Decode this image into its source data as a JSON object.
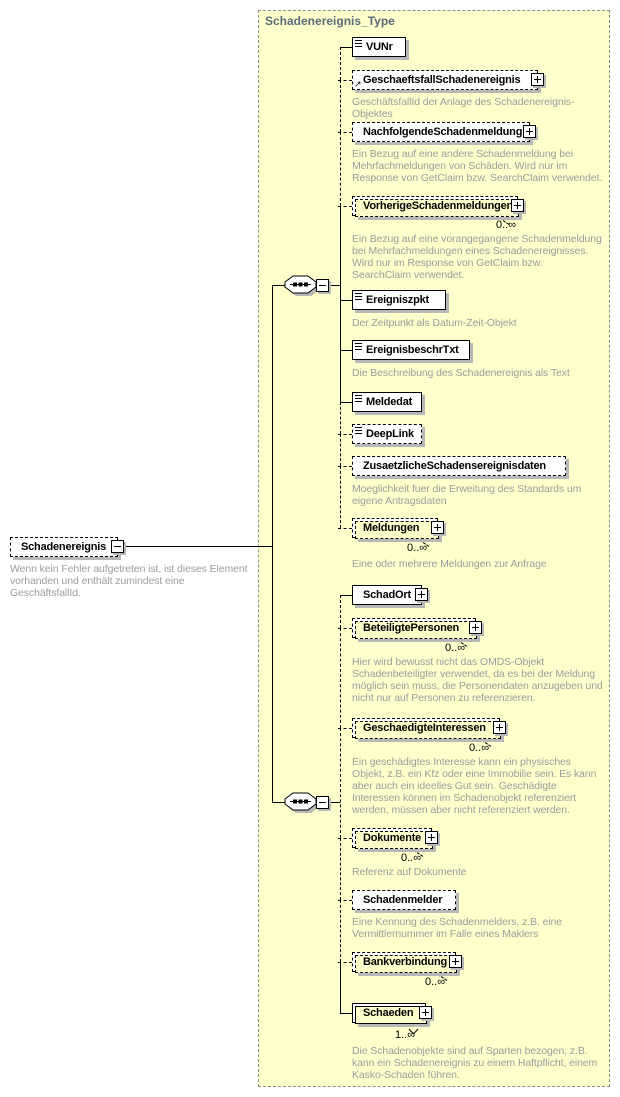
{
  "schema": {
    "title": "Schadenereignis_Type",
    "root": {
      "label": "Schadenereignis",
      "annotation": "Wenn kein Fehler aufgetreten ist, ist dieses Element vorhanden und enthält zumindest eine GeschäftsfallId."
    },
    "icons": {
      "compositor": "sequence",
      "expand": "plus",
      "collapse": "minus",
      "text_content": "text-lines",
      "reference": "arrow-north-east"
    },
    "groups": [
      {
        "compositor": "sequence",
        "items": [
          {
            "label": "VUNr"
          },
          {
            "label": "GeschaeftsfallSchadenereignis",
            "annotation": "GeschäftsfallId der Anlage des Schadenereignis-Objektes"
          },
          {
            "label": "NachfolgendeSchadenmeldung",
            "annotation": "Ein Bezug auf eine andere Schadenmeldung bei Mehrfachmeldungen von Schäden. Wird nur im Response von GetClaim bzw. SearchClaim verwendet."
          },
          {
            "label": "VorherigeSchadenmeldungen",
            "occurrence": "0..∞",
            "annotation": "Ein Bezug auf eine vorangegangene Schadenmeldung bei Mehrfachmeldungen eines Schadenereignisses. Wird nur im Response von GetClaim bzw. SearchClaim verwendet."
          },
          {
            "label": "Ereigniszpkt",
            "annotation": "Der Zeitpunkt als Datum-Zeit-Objekt"
          },
          {
            "label": "EreignisbeschrTxt",
            "annotation": "Die Beschreibung des Schadenereignis als Text"
          },
          {
            "label": "Meldedat"
          },
          {
            "label": "DeepLink"
          },
          {
            "label": "ZusaetzlicheSchadensereignisdaten",
            "annotation": "Moeglichkeit fuer die Erweitung des Standards um eigene Antragsdaten"
          },
          {
            "label": "Meldungen",
            "occurrence": "0..∞",
            "annotation": "Eine oder mehrere Meldungen zur Anfrage"
          }
        ]
      },
      {
        "compositor": "sequence",
        "items": [
          {
            "label": "SchadOrt"
          },
          {
            "label": "BeteiligtePersonen",
            "occurrence": "0..∞",
            "annotation": "Hier wird bewusst nicht das OMDS-Objekt Schadenbeteiligter verwendet, da es bei der Meldung möglich sein muss, die Personendaten anzugeben und nicht nur auf Personen zu referenzieren."
          },
          {
            "label": "GeschaedigteInteressen",
            "occurrence": "0..∞",
            "annotation": "Ein geschädigtes Interesse kann ein physisches Objekt, z.B. ein Kfz oder eine Immobilie sein. Es kann aber auch ein ideelles Gut sein. Geschädigte Interessen können im Schadenobjekt referenziert werden, müssen aber nicht referenziert werden."
          },
          {
            "label": "Dokumente",
            "occurrence": "0..∞",
            "annotation": "Referenz auf Dokumente"
          },
          {
            "label": "Schadenmelder",
            "annotation": "Eine Kennung des Schadenmelders, z.B. eine Vermittlernummer im Falle eines Maklers"
          },
          {
            "label": "Bankverbindung",
            "occurrence": "0..∞"
          },
          {
            "label": "Schaeden",
            "occurrence": "1..∞",
            "annotation": "Die Schadenobjekte sind auf Sparten bezogen, z.B. kann ein Schadenereignis zu einem Haftpflicht, einem Kasko-Schaden führen."
          }
        ]
      }
    ],
    "colors": {
      "container_bg": "#ffffcc",
      "title_text": "#5b6b7d",
      "annotation_text": "#9c9c9c",
      "shadow": "#b8b8b8",
      "line": "#000000"
    }
  }
}
